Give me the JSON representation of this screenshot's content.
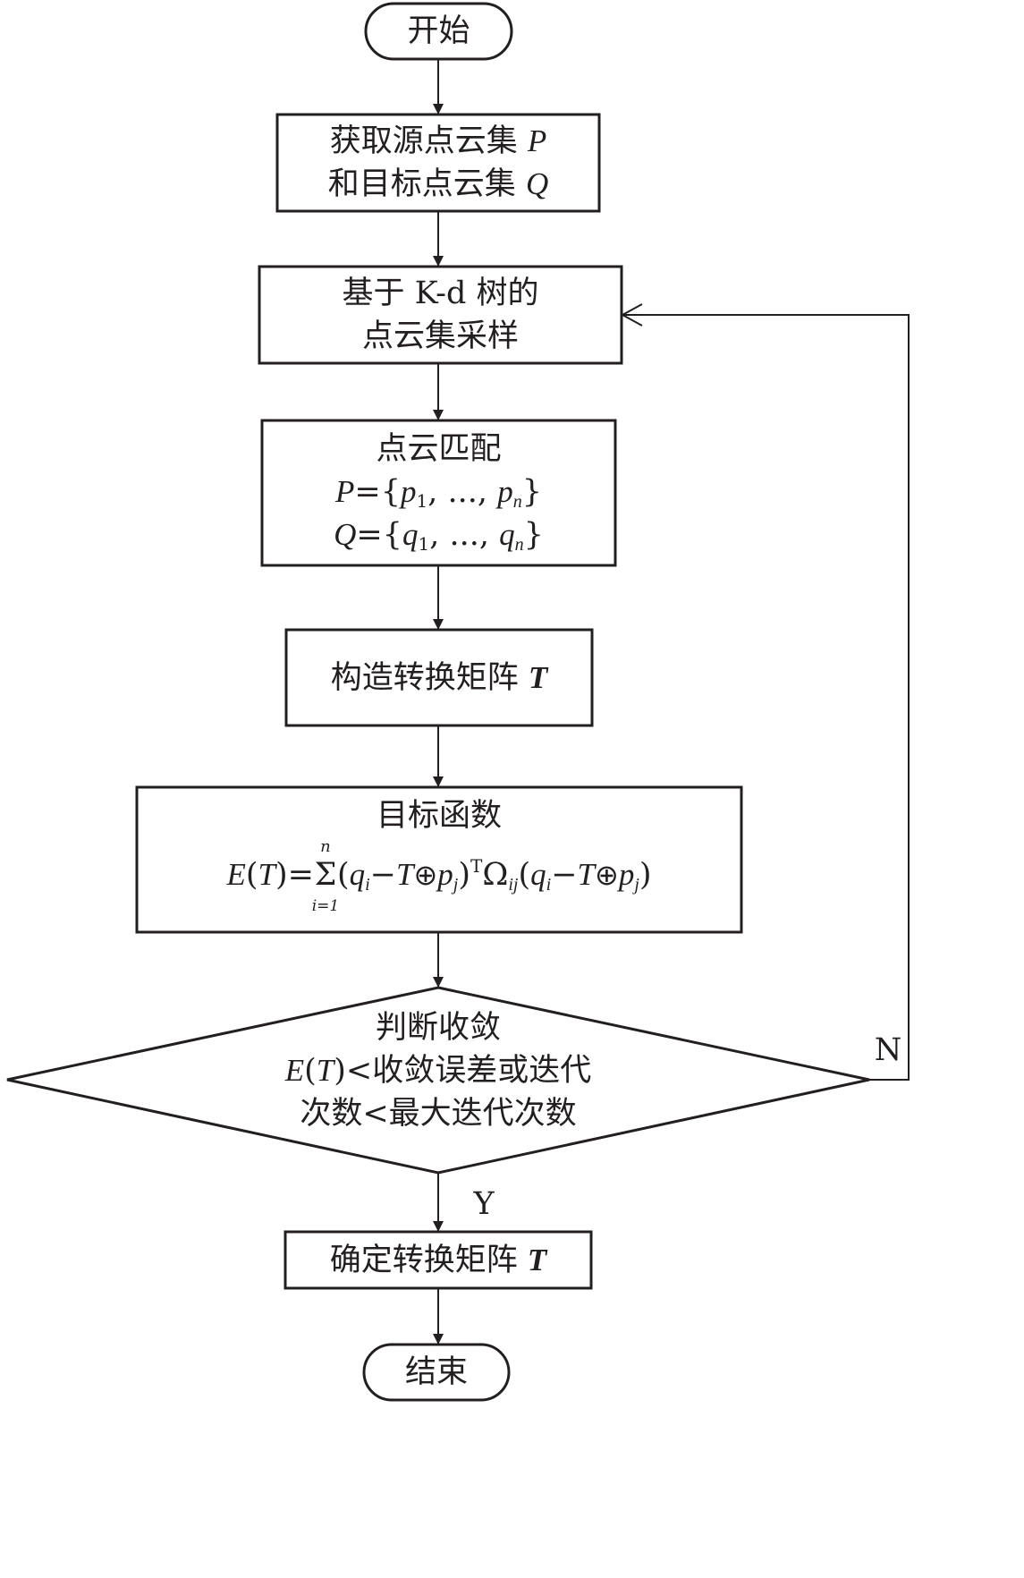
{
  "start": "开始",
  "step1": {
    "line1": "获取源点云集",
    "var1": "P",
    "line2": "和目标点云集",
    "var2": "Q"
  },
  "step2": {
    "pre": "基于 K-d 树的",
    "line2": "点云集采样"
  },
  "step3": {
    "title": "点云匹配",
    "set_p": {
      "name": "P",
      "elem": "p",
      "first": "1",
      "dots": "...,",
      "last": "n"
    },
    "set_q": {
      "name": "Q",
      "elem": "q",
      "first": "1",
      "dots": "...,",
      "last": "n"
    }
  },
  "step4": {
    "label": "构造转换矩阵",
    "var": "T"
  },
  "step5": {
    "title": "目标函数",
    "formula": {
      "lhs": "E",
      "arg": "T",
      "sum_top": "n",
      "sum_bottom": "i=1",
      "transpose": "T",
      "omega_sub": "ij"
    }
  },
  "decision": {
    "line1": "判断收敛",
    "line2_var": "E",
    "line2_arg": "T",
    "line2_text": "<收敛误差或迭代",
    "line3": "次数<最大迭代次数"
  },
  "branch_no": "N",
  "branch_yes": "Y",
  "step6": {
    "label": "确定转换矩阵",
    "var": "T"
  },
  "end": "结束"
}
